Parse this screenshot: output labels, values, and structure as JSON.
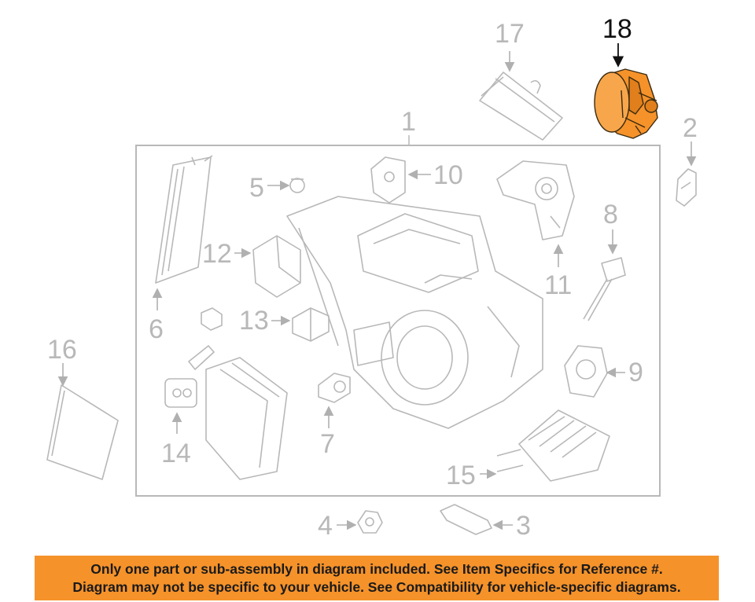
{
  "callouts": {
    "c1": "1",
    "c2": "2",
    "c3": "3",
    "c4": "4",
    "c5": "5",
    "c6": "6",
    "c7": "7",
    "c8": "8",
    "c9": "9",
    "c10": "10",
    "c11": "11",
    "c12": "12",
    "c13": "13",
    "c14": "14",
    "c15": "15",
    "c16": "16",
    "c17": "17",
    "c18": "18"
  },
  "highlighted_part": "18",
  "colors": {
    "highlight": "#f5922a",
    "banner_bg": "#f5922a",
    "line_art": "#b8b8b8",
    "active_label": "#111111"
  },
  "banner": {
    "line1": "Only one part or sub-assembly in diagram included. See Item Specifics for Reference #.",
    "line2": "Diagram may not be specific to your vehicle. See Compatibility for vehicle-specific diagrams."
  }
}
